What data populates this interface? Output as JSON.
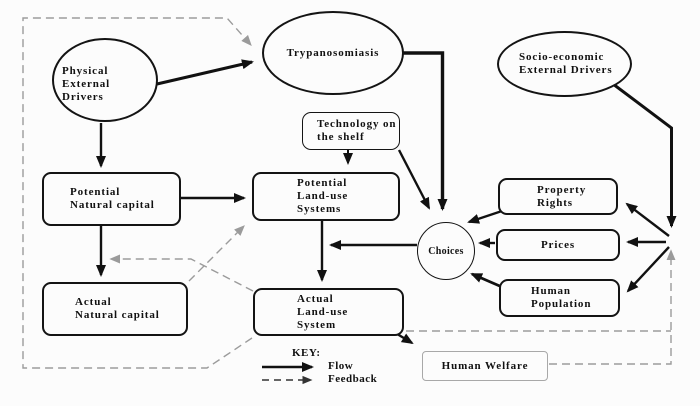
{
  "diagram": {
    "nodes": {
      "physical_external_drivers": {
        "shape": "ellipse",
        "lines": [
          "Physical External",
          "Drivers"
        ]
      },
      "trypanosomiasis": {
        "shape": "ellipse",
        "lines": [
          "Trypanosomiasis"
        ]
      },
      "socio_economic_external_drivers": {
        "shape": "ellipse",
        "lines": [
          "Socio-economic",
          "External Drivers"
        ]
      },
      "technology_on_the_shelf": {
        "shape": "rect",
        "lines": [
          "Technology on",
          "the shelf"
        ]
      },
      "potential_natural_capital": {
        "shape": "rect",
        "lines": [
          "Potential",
          "Natural capital"
        ]
      },
      "potential_land_use_systems": {
        "shape": "rect",
        "lines": [
          "Potential",
          "Land-use",
          "Systems"
        ]
      },
      "actual_natural_capital": {
        "shape": "rect",
        "lines": [
          "Actual",
          "Natural capital"
        ]
      },
      "actual_land_use_system": {
        "shape": "rect",
        "lines": [
          "Actual",
          "Land-use",
          "System"
        ]
      },
      "choices": {
        "shape": "circle",
        "lines": [
          "Choices"
        ]
      },
      "property_rights": {
        "shape": "rect",
        "lines": [
          "Property",
          "Rights"
        ]
      },
      "prices": {
        "shape": "rect",
        "lines": [
          "Prices"
        ]
      },
      "human_population": {
        "shape": "rect",
        "lines": [
          "Human",
          "Population"
        ]
      },
      "human_welfare": {
        "shape": "rect",
        "lines": [
          "Human Welfare"
        ]
      }
    },
    "edges": [
      {
        "from": "physical_external_drivers",
        "to": "trypanosomiasis",
        "type": "flow"
      },
      {
        "from": "physical_external_drivers",
        "to": "potential_natural_capital",
        "type": "flow"
      },
      {
        "from": "potential_natural_capital",
        "to": "potential_land_use_systems",
        "type": "flow"
      },
      {
        "from": "potential_natural_capital",
        "to": "actual_natural_capital",
        "type": "flow"
      },
      {
        "from": "technology_on_the_shelf",
        "to": "potential_land_use_systems",
        "type": "flow"
      },
      {
        "from": "technology_on_the_shelf",
        "to": "choices",
        "type": "flow"
      },
      {
        "from": "trypanosomiasis",
        "to": "choices",
        "type": "flow"
      },
      {
        "from": "potential_land_use_systems",
        "to": "actual_land_use_system",
        "type": "flow"
      },
      {
        "from": "choices",
        "to": "potential_to_actual_land_use_arrow",
        "type": "flow"
      },
      {
        "from": "property_rights",
        "to": "choices",
        "type": "flow"
      },
      {
        "from": "prices",
        "to": "choices",
        "type": "flow"
      },
      {
        "from": "human_population",
        "to": "choices",
        "type": "flow"
      },
      {
        "from": "socio_economic_external_drivers",
        "to": "property_rights",
        "type": "flow"
      },
      {
        "from": "socio_economic_external_drivers",
        "to": "prices",
        "type": "flow"
      },
      {
        "from": "socio_economic_external_drivers",
        "to": "human_population",
        "type": "flow"
      },
      {
        "from": "actual_land_use_system",
        "to": "human_welfare",
        "type": "flow"
      },
      {
        "from": "actual_land_use_system",
        "to": "trypanosomiasis",
        "type": "feedback"
      },
      {
        "from": "actual_land_use_system",
        "to": "potential_to_actual_natural_capital_arrow",
        "type": "feedback"
      },
      {
        "from": "actual_natural_capital",
        "to": "potential_land_use_systems",
        "type": "feedback"
      },
      {
        "from": "actual_land_use_system",
        "to": "socio_economic_junction",
        "type": "feedback"
      },
      {
        "from": "human_welfare",
        "to": "socio_economic_junction",
        "type": "feedback"
      }
    ],
    "key": {
      "heading": "KEY:",
      "flow_label": "Flow",
      "feedback_label": "Feedback"
    },
    "colors": {
      "flow": "#111111",
      "feedback": "#9b9b9b",
      "background": "#fcfcfc"
    }
  }
}
